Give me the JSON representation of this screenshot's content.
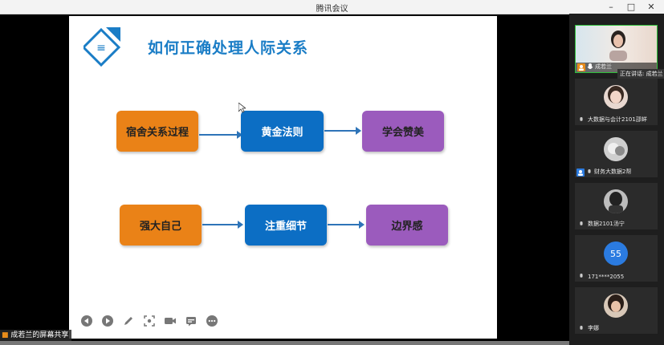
{
  "window": {
    "title": "腾讯会议",
    "minimize": "–",
    "maximize": "□",
    "close": "✕"
  },
  "slide": {
    "title": "如何正确处理人际关系",
    "logo_glyph": "≡",
    "row1": {
      "box1": "宿舍关系过程",
      "box2": "黄金法则",
      "box3": "学会赞美"
    },
    "row2": {
      "box1": "强大自己",
      "box2": "注重细节",
      "box3": "边界感"
    }
  },
  "controls": [
    "prev-icon",
    "next-icon",
    "pen-icon",
    "focus-icon",
    "camera-icon",
    "subtitle-icon",
    "more-icon"
  ],
  "participants": {
    "speaking_label": "正在讲话: 成若兰",
    "tiles": [
      {
        "name": "成若兰"
      },
      {
        "name": "大数据与会计2101邵蛘"
      },
      {
        "name": "财务大数据2帮"
      },
      {
        "name": "数据2101汤宁"
      },
      {
        "name": "171****2055",
        "avatar_text": "55"
      },
      {
        "name": "李娜"
      }
    ]
  },
  "share_label": "成若兰的屏幕共享",
  "colors": {
    "accent": "#1a7dc6",
    "orange": "#ea8217",
    "blue": "#0c6ec4",
    "purple": "#9b5bbd"
  }
}
